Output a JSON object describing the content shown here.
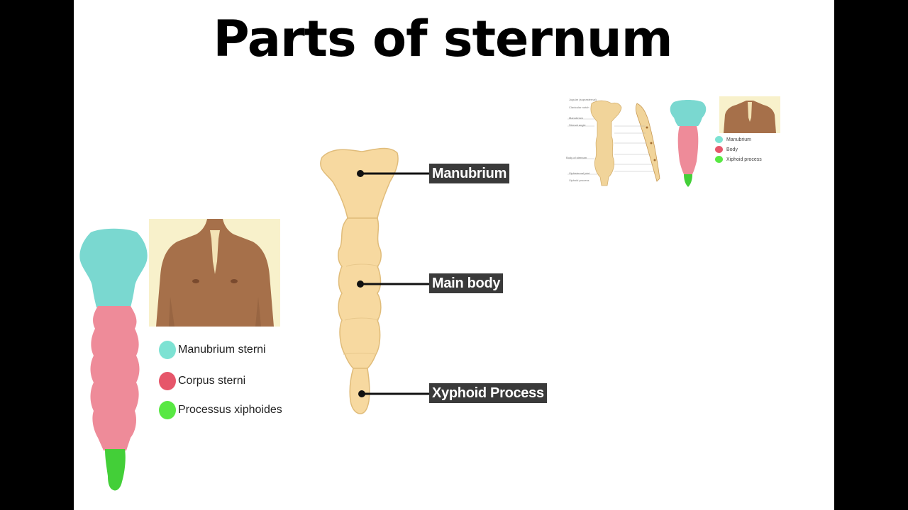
{
  "title": "Parts of sternum",
  "colors": {
    "bone": "#f7d9a0",
    "manubrium": "#7ad8d0",
    "body": "#ee8b99",
    "xiphoid": "#43cf38",
    "label_bg": "#3a3a3a"
  },
  "callouts": [
    {
      "label": "Manubrium"
    },
    {
      "label": "Main body"
    },
    {
      "label": "Xyphoid Process"
    }
  ],
  "legend": [
    {
      "label": "Manubrium sterni",
      "color": "#7de2d3"
    },
    {
      "label": "Corpus sterni",
      "color": "#e6566a"
    },
    {
      "label": "Processus xiphoides",
      "color": "#58e843"
    }
  ],
  "thumbnail": {
    "legend": [
      {
        "label": "Manubrium",
        "color": "#7de2d3"
      },
      {
        "label": "Body",
        "color": "#e6566a"
      },
      {
        "label": "Xiphoid process",
        "color": "#58e843"
      }
    ]
  }
}
